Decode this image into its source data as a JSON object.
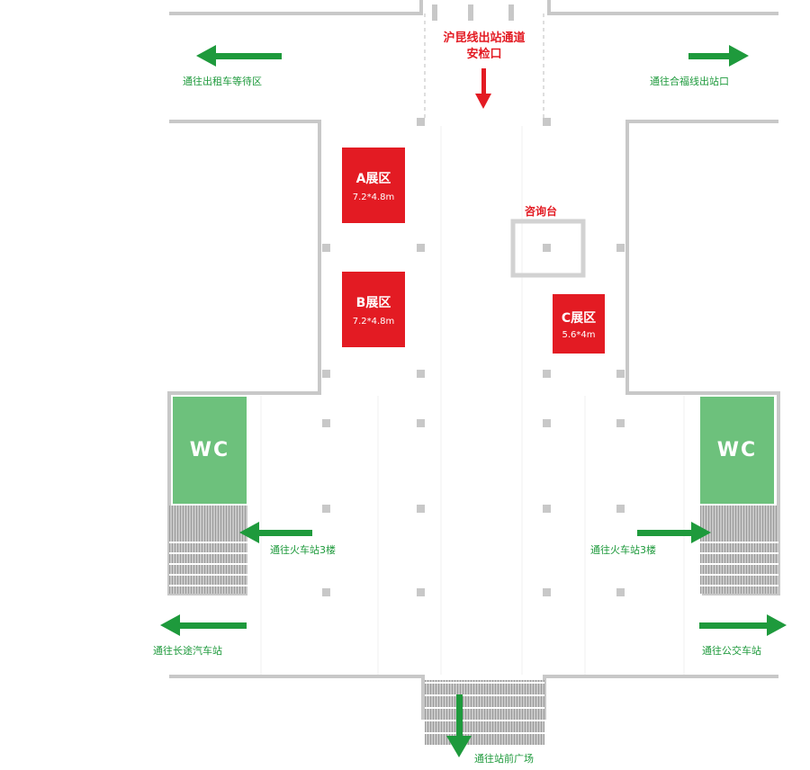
{
  "security_exit": {
    "line1": "沪昆线出站通道",
    "line2": "安检口"
  },
  "labels": {
    "taxi": "通往出租车等待区",
    "hefu_exit": "通往合福线出站口",
    "station3_left": "通往火车站3楼",
    "station3_right": "通往火车站3楼",
    "long_bus": "通往长途汽车站",
    "city_bus": "通往公交车站",
    "front_plaza": "通往站前广场"
  },
  "booths": {
    "a": {
      "name": "A展区",
      "size": "7.2*4.8m"
    },
    "b": {
      "name": "B展区",
      "size": "7.2*4.8m"
    },
    "c": {
      "name": "C展区",
      "size": "5.6*4m"
    }
  },
  "info_desk": "咨询台",
  "wc_left": "WC",
  "wc_right": "WC",
  "colors": {
    "green": "#1e9a3c",
    "red": "#e31b23",
    "wall": "#c8c8c8",
    "wc": "#6dc17c"
  }
}
